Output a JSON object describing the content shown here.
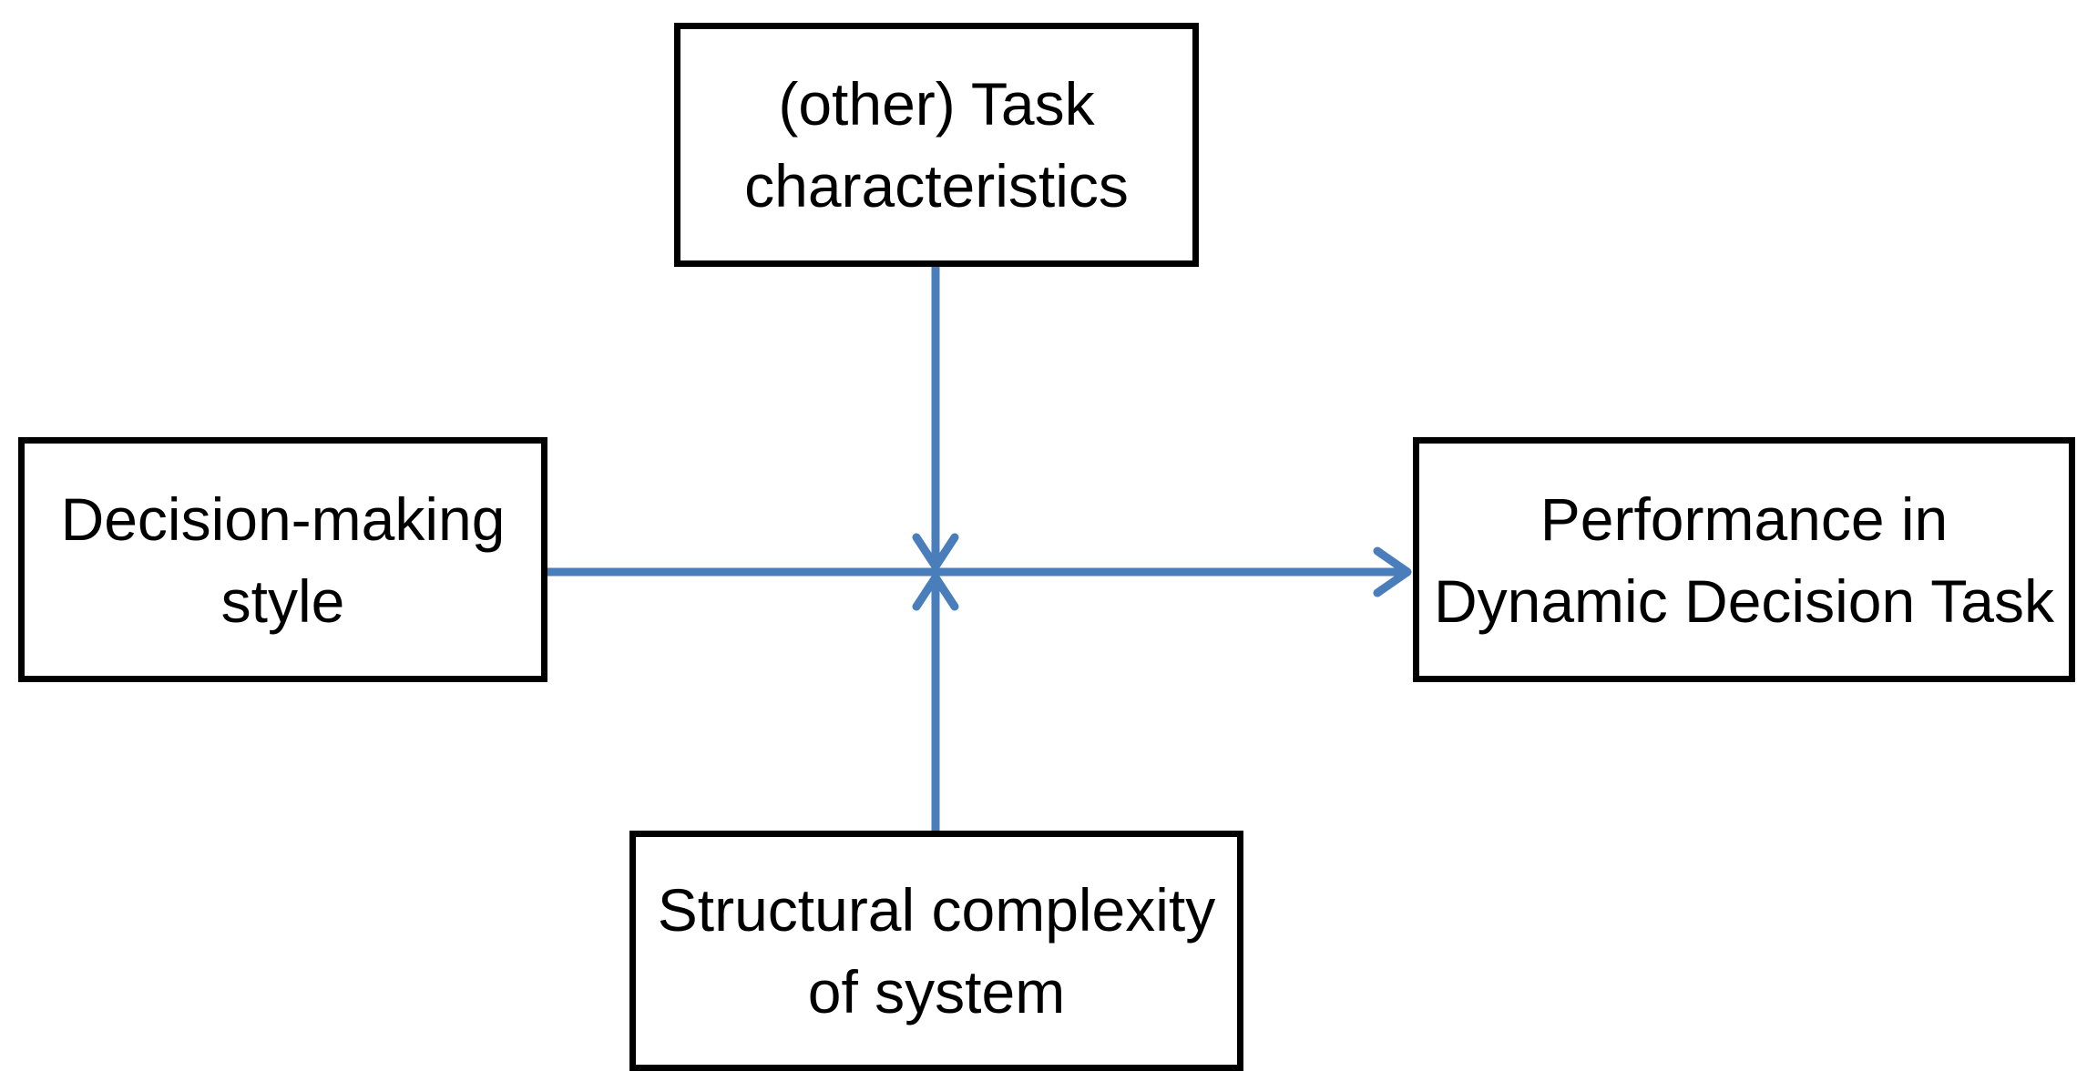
{
  "diagram": {
    "nodes": {
      "task_characteristics": {
        "line1": "(other) Task",
        "line2": "characteristics"
      },
      "decision_making_style": {
        "line1": "Decision-making",
        "line2": "style"
      },
      "performance": {
        "line1": "Performance in",
        "line2": "Dynamic Decision Task"
      },
      "structural_complexity": {
        "line1": "Structural complexity",
        "line2": "of system"
      }
    },
    "edges": [
      {
        "from": "decision_making_style",
        "to": "performance"
      },
      {
        "from": "task_characteristics",
        "to": "junction"
      },
      {
        "from": "structural_complexity",
        "to": "junction"
      }
    ],
    "colors": {
      "arrow": "#4a7ebb",
      "border": "#000000"
    }
  }
}
